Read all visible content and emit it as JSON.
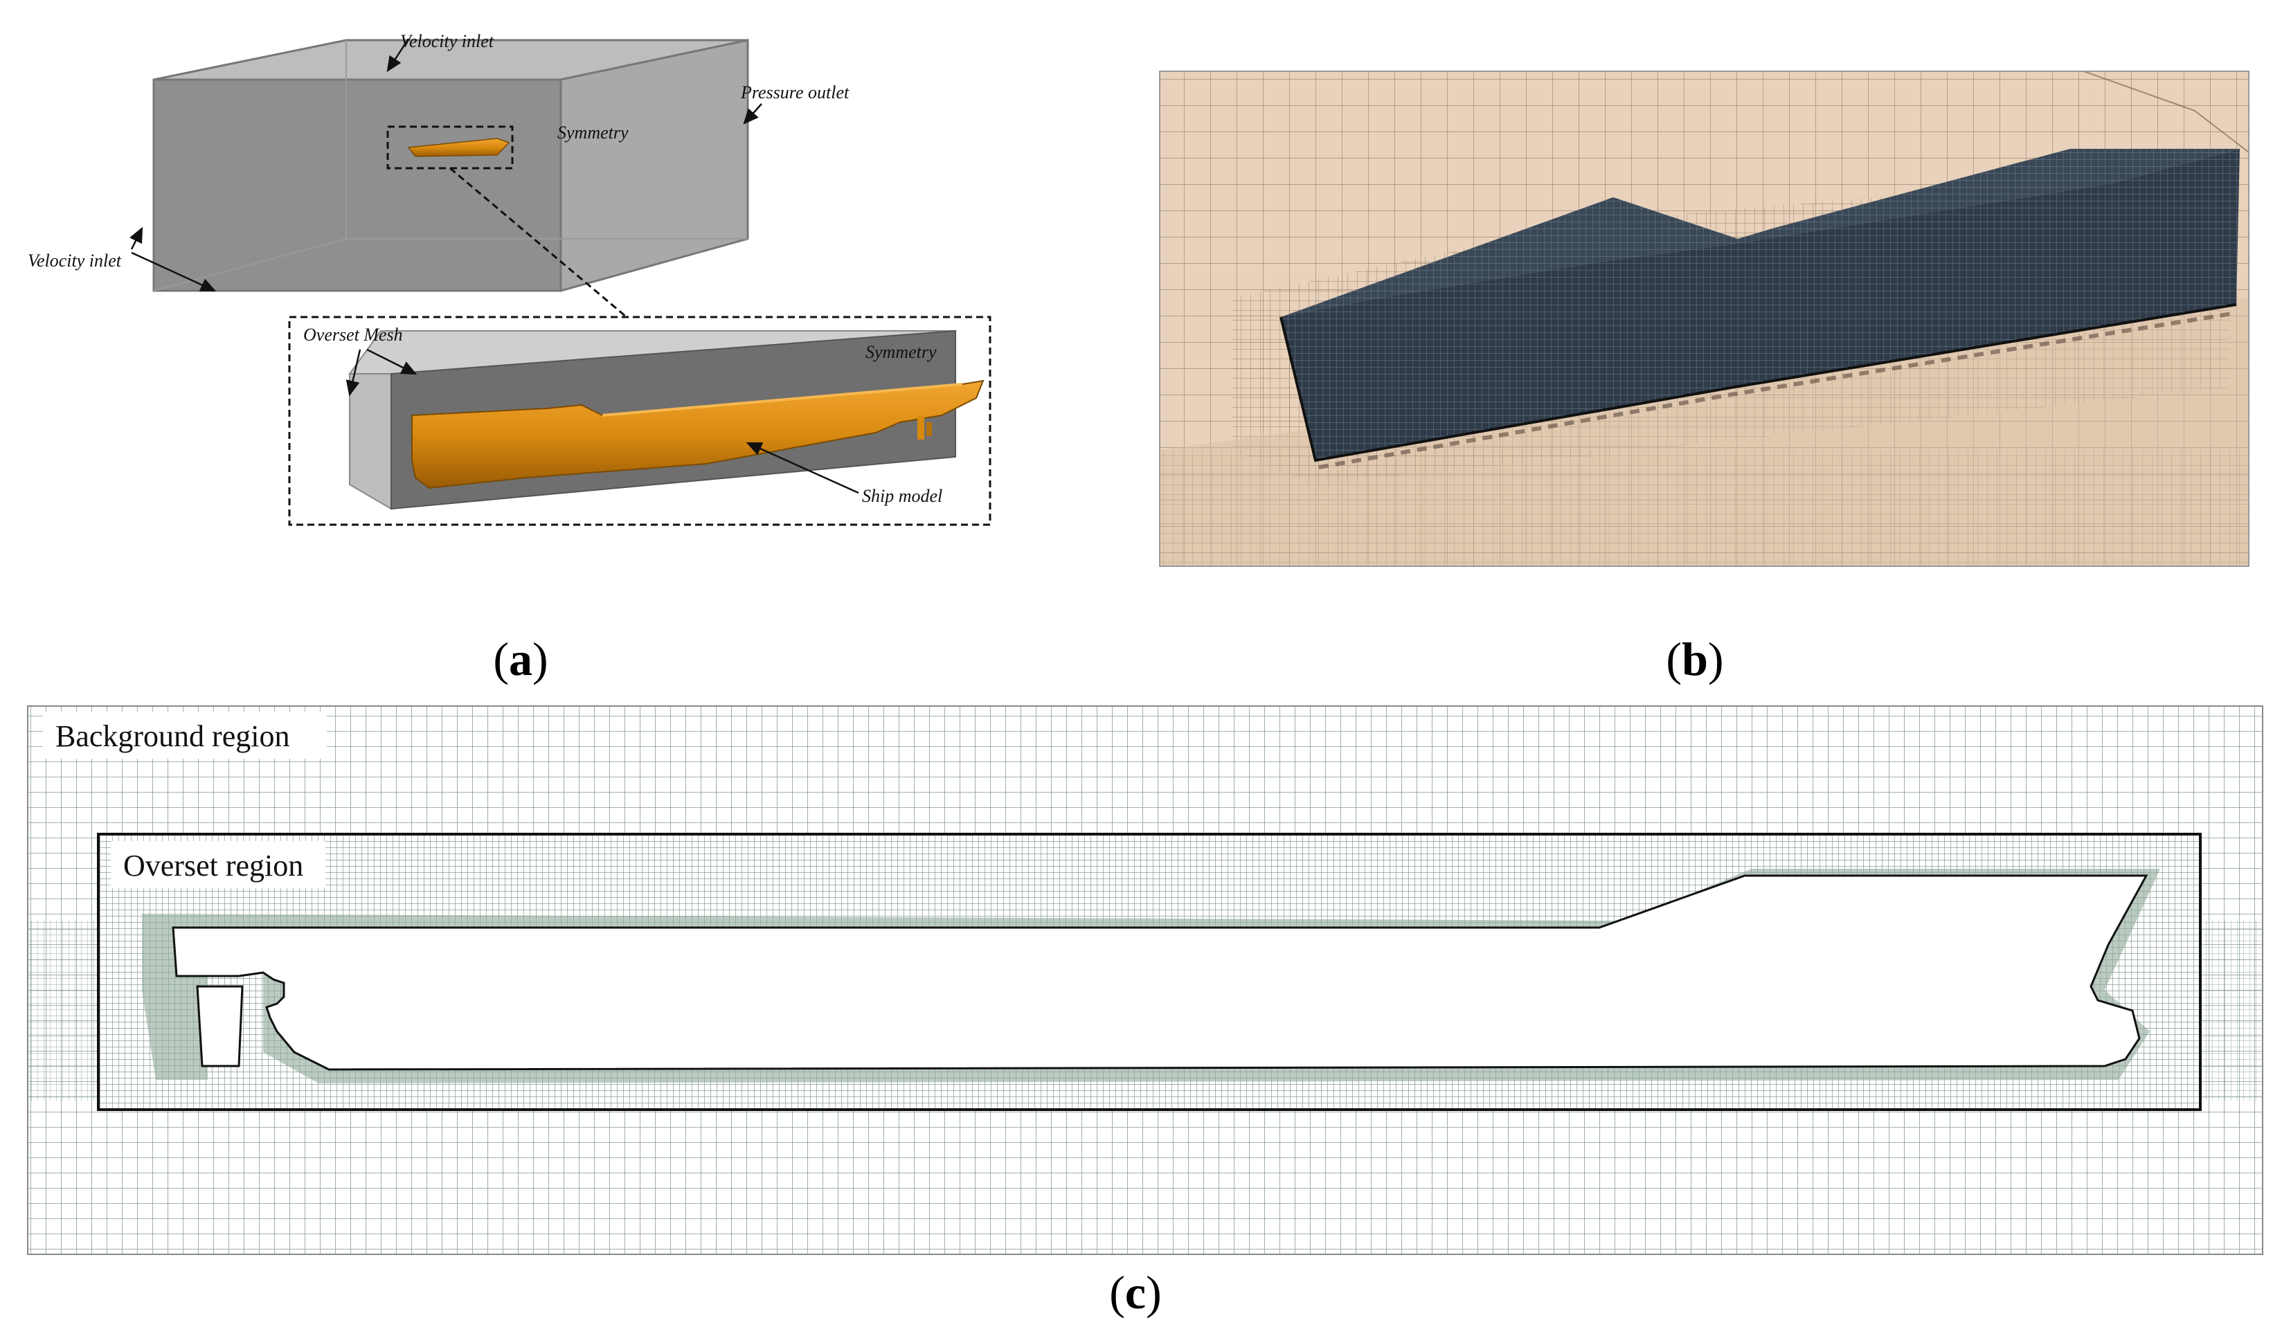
{
  "panel_a": {
    "labels": {
      "velocity_inlet_top": "Velocity inlet",
      "pressure_outlet": "Pressure outlet",
      "symmetry_main": "Symmetry",
      "velocity_inlet_left": "Velocity inlet",
      "overset_mesh": "Overset Mesh",
      "symmetry_inset": "Symmetry",
      "ship_model": "Ship model"
    },
    "caption": {
      "open": "(",
      "letter": "a",
      "close": ")"
    }
  },
  "panel_b": {
    "caption": {
      "open": "(",
      "letter": "b",
      "close": ")"
    }
  },
  "panel_c": {
    "labels": {
      "background_region": "Background region",
      "overset_region": "Overset region"
    },
    "caption": {
      "open": "(",
      "letter": "c",
      "close": ")"
    }
  },
  "colors": {
    "domain_box": "#8f8f8f",
    "ship_hull": "#d98a10",
    "mesh_background": "#e8d2bb",
    "mesh_hull": "#2f3b48",
    "grid_line": "#3d5a4a"
  }
}
